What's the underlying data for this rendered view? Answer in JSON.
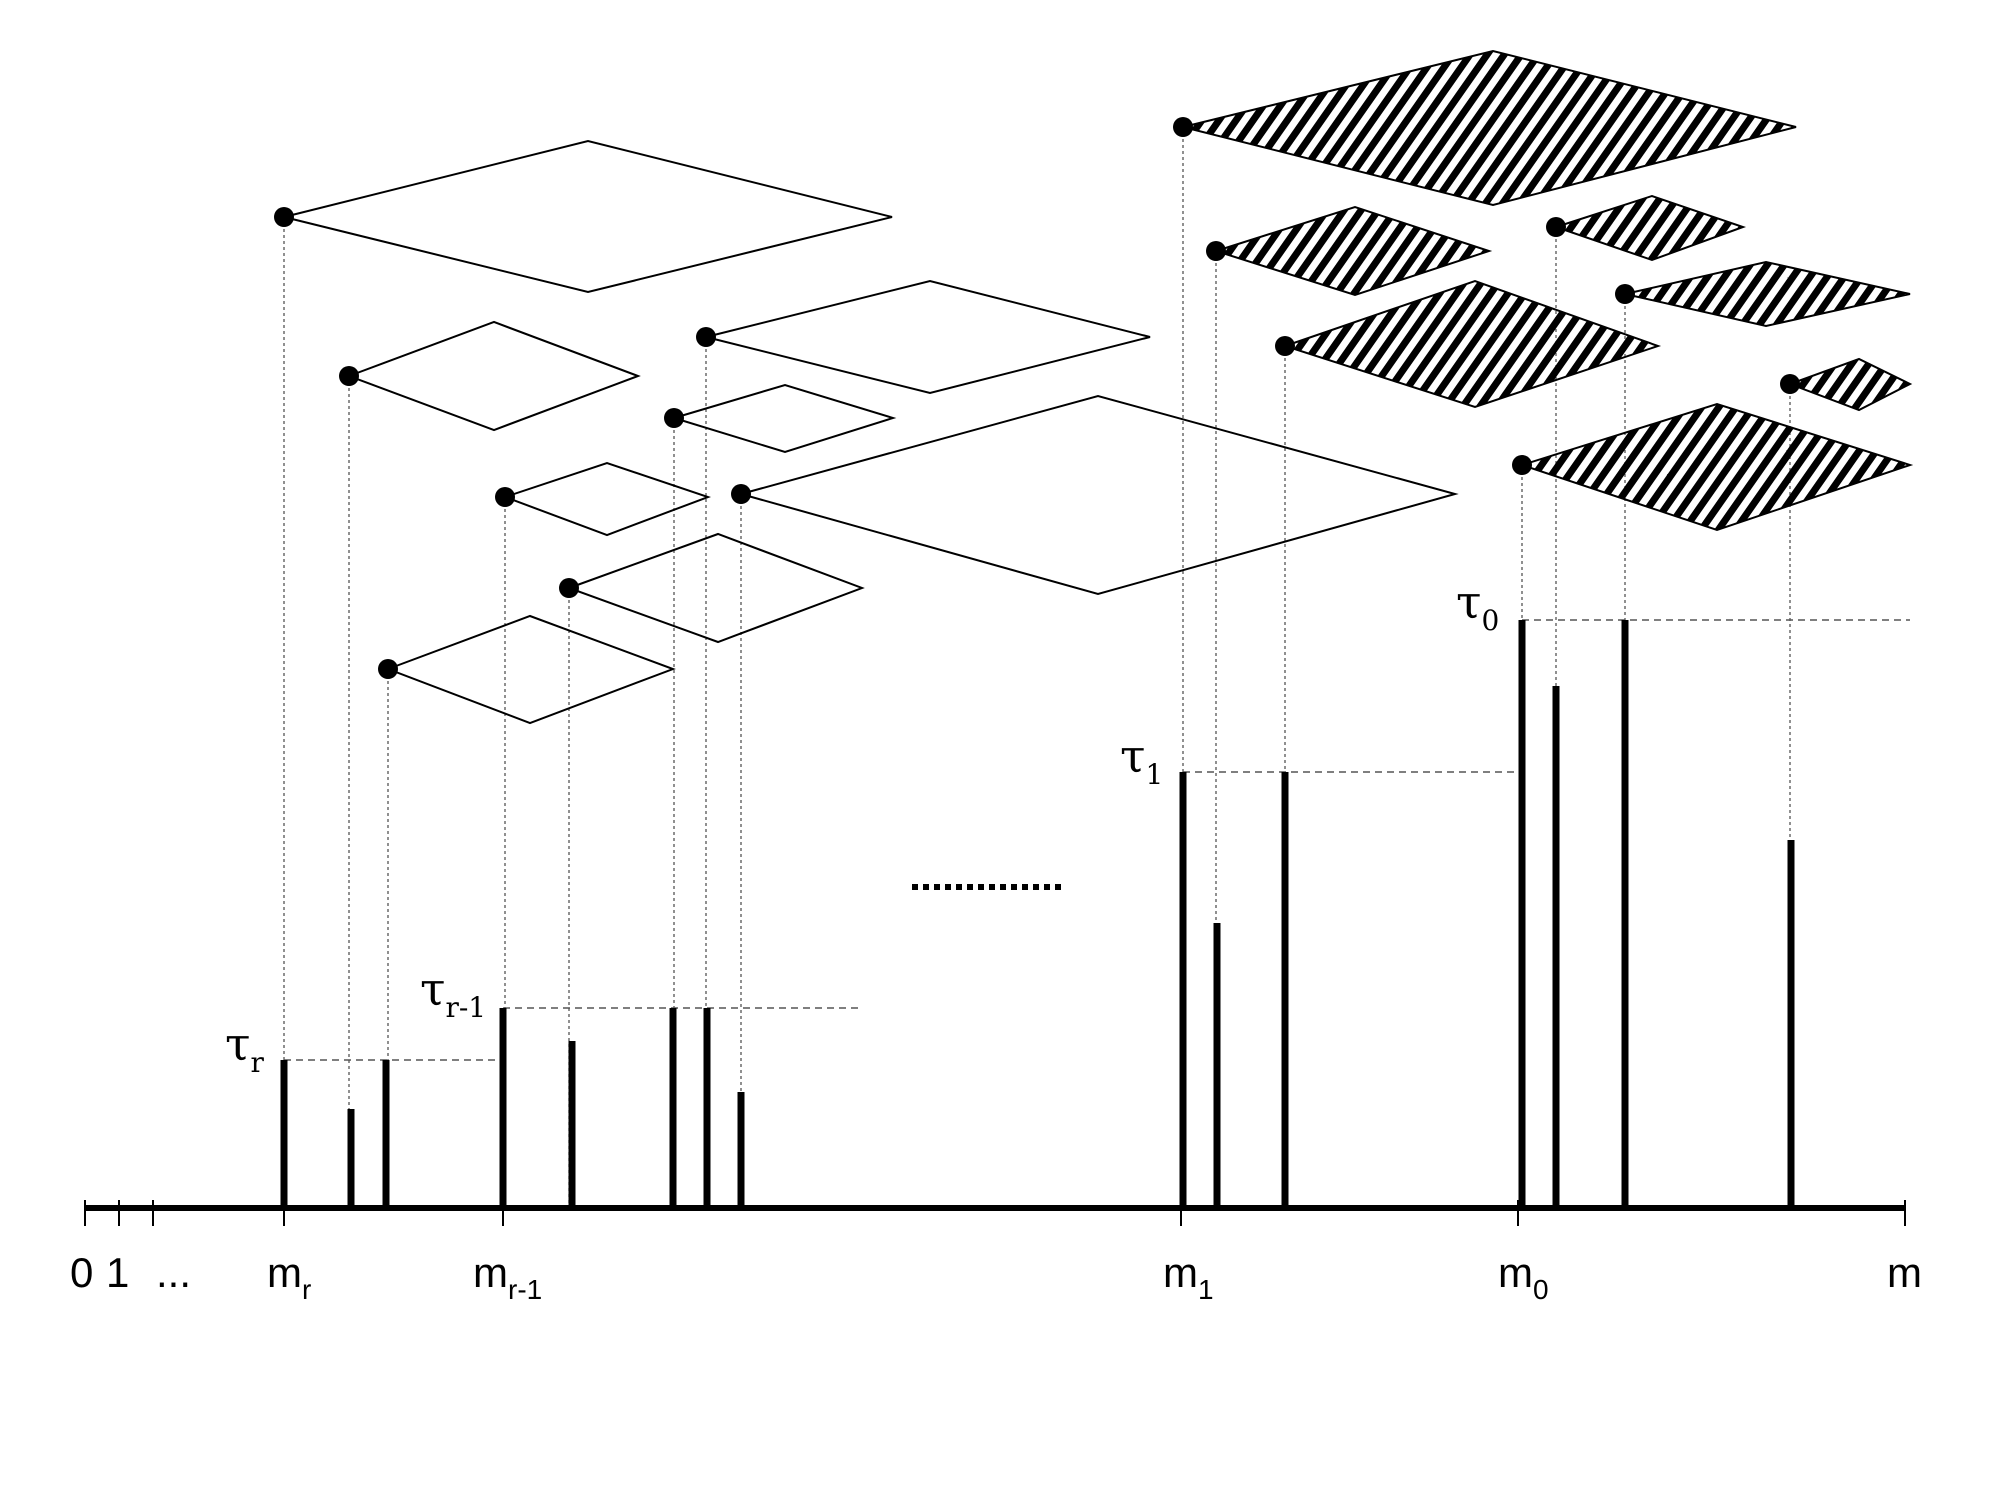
{
  "diagram": {
    "axis_labels": [
      {
        "id": "zero",
        "base": "0",
        "sub": ""
      },
      {
        "id": "one",
        "base": "1",
        "sub": ""
      },
      {
        "id": "ellipsis",
        "base": "...",
        "sub": ""
      },
      {
        "id": "m_r",
        "base": "m",
        "sub": "r"
      },
      {
        "id": "m_r_minus_1",
        "base": "m",
        "sub": "r-1"
      },
      {
        "id": "m_1",
        "base": "m",
        "sub": "1"
      },
      {
        "id": "m_0",
        "base": "m",
        "sub": "0"
      },
      {
        "id": "m",
        "base": "m",
        "sub": ""
      }
    ],
    "thresholds": [
      {
        "id": "tau_r",
        "base": "τ",
        "sub": "r"
      },
      {
        "id": "tau_r_minus_1",
        "base": "τ",
        "sub": "r-1"
      },
      {
        "id": "tau_1",
        "base": "τ",
        "sub": "1"
      },
      {
        "id": "tau_0",
        "base": "τ",
        "sub": "0"
      }
    ],
    "colors": {
      "ink": "#000000",
      "guide": "#555555",
      "background": "#ffffff"
    }
  }
}
